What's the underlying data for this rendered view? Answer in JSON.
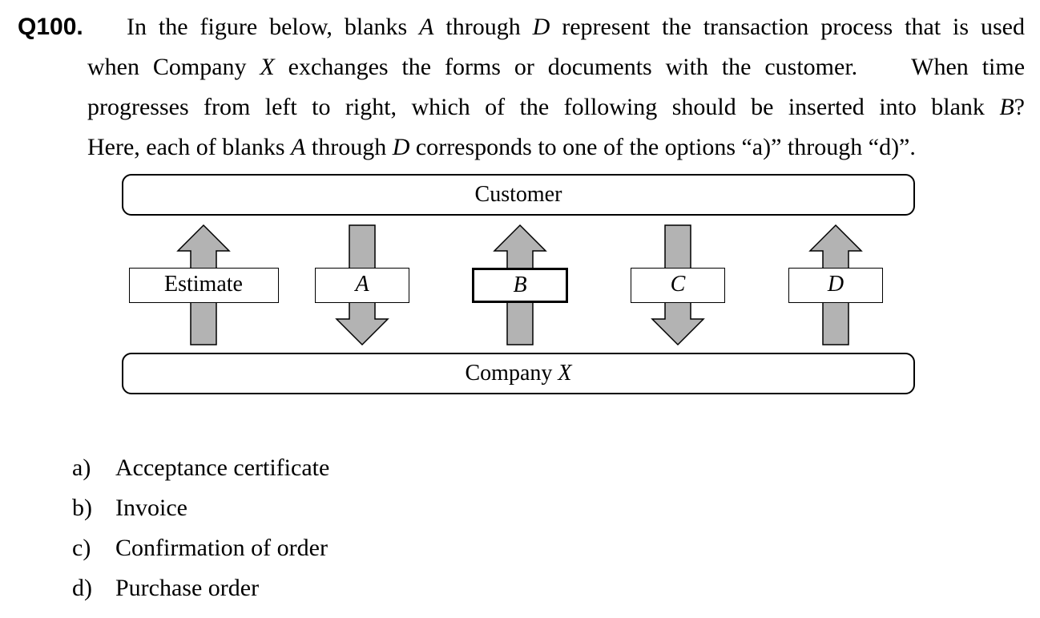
{
  "question": {
    "number": "Q100.",
    "line1": {
      "p1": "In the figure below, blanks ",
      "v1": "A",
      "p2": " through ",
      "v2": "D",
      "p3": " represent the transaction process that is used"
    },
    "line2": {
      "p1": "when Company ",
      "v1": "X",
      "p2": " exchanges the forms or documents with the customer.    When time"
    },
    "line3": {
      "p1": "progresses from left to right, which of the following should be inserted into blank ",
      "v1": "B",
      "p2": "?"
    },
    "line4": {
      "p1": "Here, each of blanks ",
      "v1": "A",
      "p2": " through ",
      "v2": "D",
      "p3": " corresponds to one of the options “a)” through “d)”."
    }
  },
  "diagram": {
    "top_party": "Customer",
    "bottom_party": {
      "name": "Company ",
      "var": "X"
    },
    "steps": [
      {
        "label": "Estimate",
        "direction": "up",
        "italic": false,
        "highlighted": false
      },
      {
        "label": "A",
        "direction": "down",
        "italic": true,
        "highlighted": false
      },
      {
        "label": "B",
        "direction": "up",
        "italic": true,
        "highlighted": true
      },
      {
        "label": "C",
        "direction": "down",
        "italic": true,
        "highlighted": false
      },
      {
        "label": "D",
        "direction": "up",
        "italic": true,
        "highlighted": false
      }
    ],
    "arrow_fill": "#b3b3b3"
  },
  "options": [
    {
      "letter": "a)",
      "text": "Acceptance certificate"
    },
    {
      "letter": "b)",
      "text": "Invoice"
    },
    {
      "letter": "c)",
      "text": "Confirmation of order"
    },
    {
      "letter": "d)",
      "text": "Purchase order"
    }
  ]
}
